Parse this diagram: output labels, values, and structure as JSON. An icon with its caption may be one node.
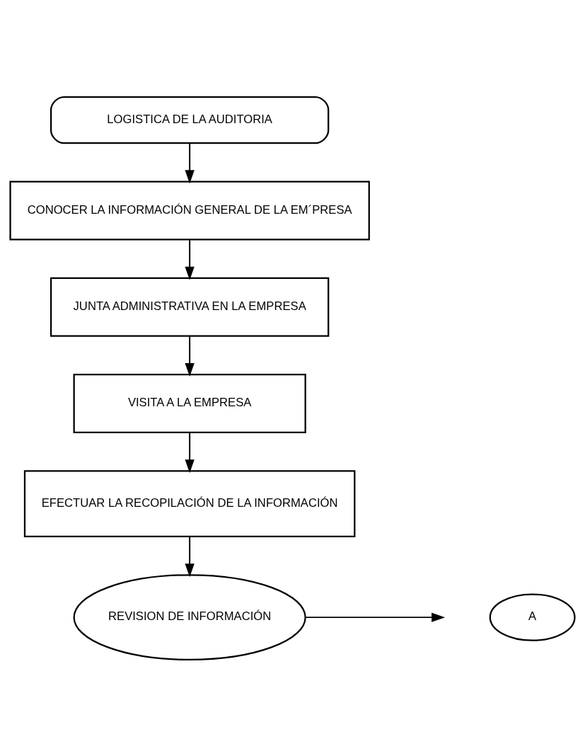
{
  "diagram": {
    "nodes": [
      {
        "text": [
          "LOGISTICA DE LA AUDITORIA"
        ]
      },
      {
        "text": [
          "CONOCER LA INFORMACIÓN GENERAL DE LA EM´PRESA"
        ]
      },
      {
        "text": [
          "JUNTA ADMINISTRATIVA EN LA EMPRESA"
        ]
      },
      {
        "text": [
          "VISITA A LA EMPRESA"
        ]
      },
      {
        "text": [
          "EFECTUAR LA RECOPILACIÓN DE LA INFORMACIÓN"
        ]
      },
      {
        "text": [
          "REVISION DE INFORMACIÓN"
        ]
      },
      {
        "text": [
          "A"
        ]
      }
    ],
    "edges": [
      {
        "from": 0,
        "to": 1,
        "arrow": "to"
      },
      {
        "from": 1,
        "to": 2,
        "arrow": "to"
      },
      {
        "from": 2,
        "to": 3,
        "arrow": "to"
      },
      {
        "from": 3,
        "to": 4,
        "arrow": "to"
      },
      {
        "from": 4,
        "to": 5,
        "arrow": "to"
      },
      {
        "from": 5,
        "to": null,
        "arrow": "to"
      }
    ]
  }
}
